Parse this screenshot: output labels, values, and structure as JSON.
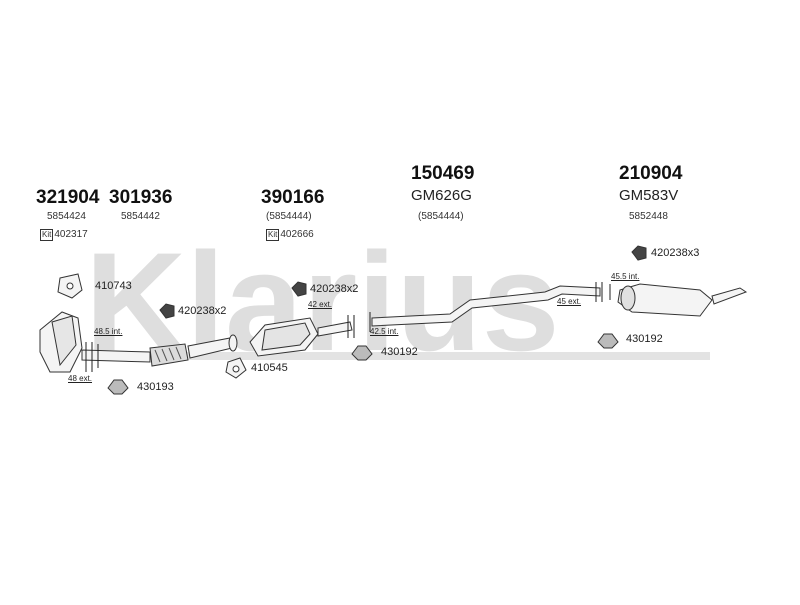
{
  "watermark": "Klarius",
  "headers": [
    {
      "id": "321904",
      "part": "321904",
      "oem": "5854424",
      "kit": "402317"
    },
    {
      "id": "301936",
      "part": "301936",
      "oem": "5854442"
    },
    {
      "id": "390166",
      "part": "390166",
      "oem": "(5854444)",
      "kit": "402666"
    },
    {
      "id": "150469",
      "part": "150469",
      "gm": "GM626G",
      "oem": "(5854444)"
    },
    {
      "id": "210904",
      "part": "210904",
      "gm": "GM583V",
      "oem": "5852448"
    }
  ],
  "kit_badge": "Kit",
  "labels": {
    "l410743": "410743",
    "l420238x2a": "420238x2",
    "l420238x2b": "420238x2",
    "l420238x3": "420238x3",
    "l410545": "410545",
    "l430193": "430193",
    "l430192a": "430192",
    "l430192b": "430192"
  },
  "dimensions": {
    "d485": "48.5 int.",
    "d48": "48 ext.",
    "d42ext": "42 ext.",
    "d425": "42.5 int.",
    "d455": "45.5 int.",
    "d45ext": "45 ext."
  },
  "colors": {
    "line": "#333333",
    "watermark": "#d9d9d9",
    "fill": "#f2f2f2"
  }
}
